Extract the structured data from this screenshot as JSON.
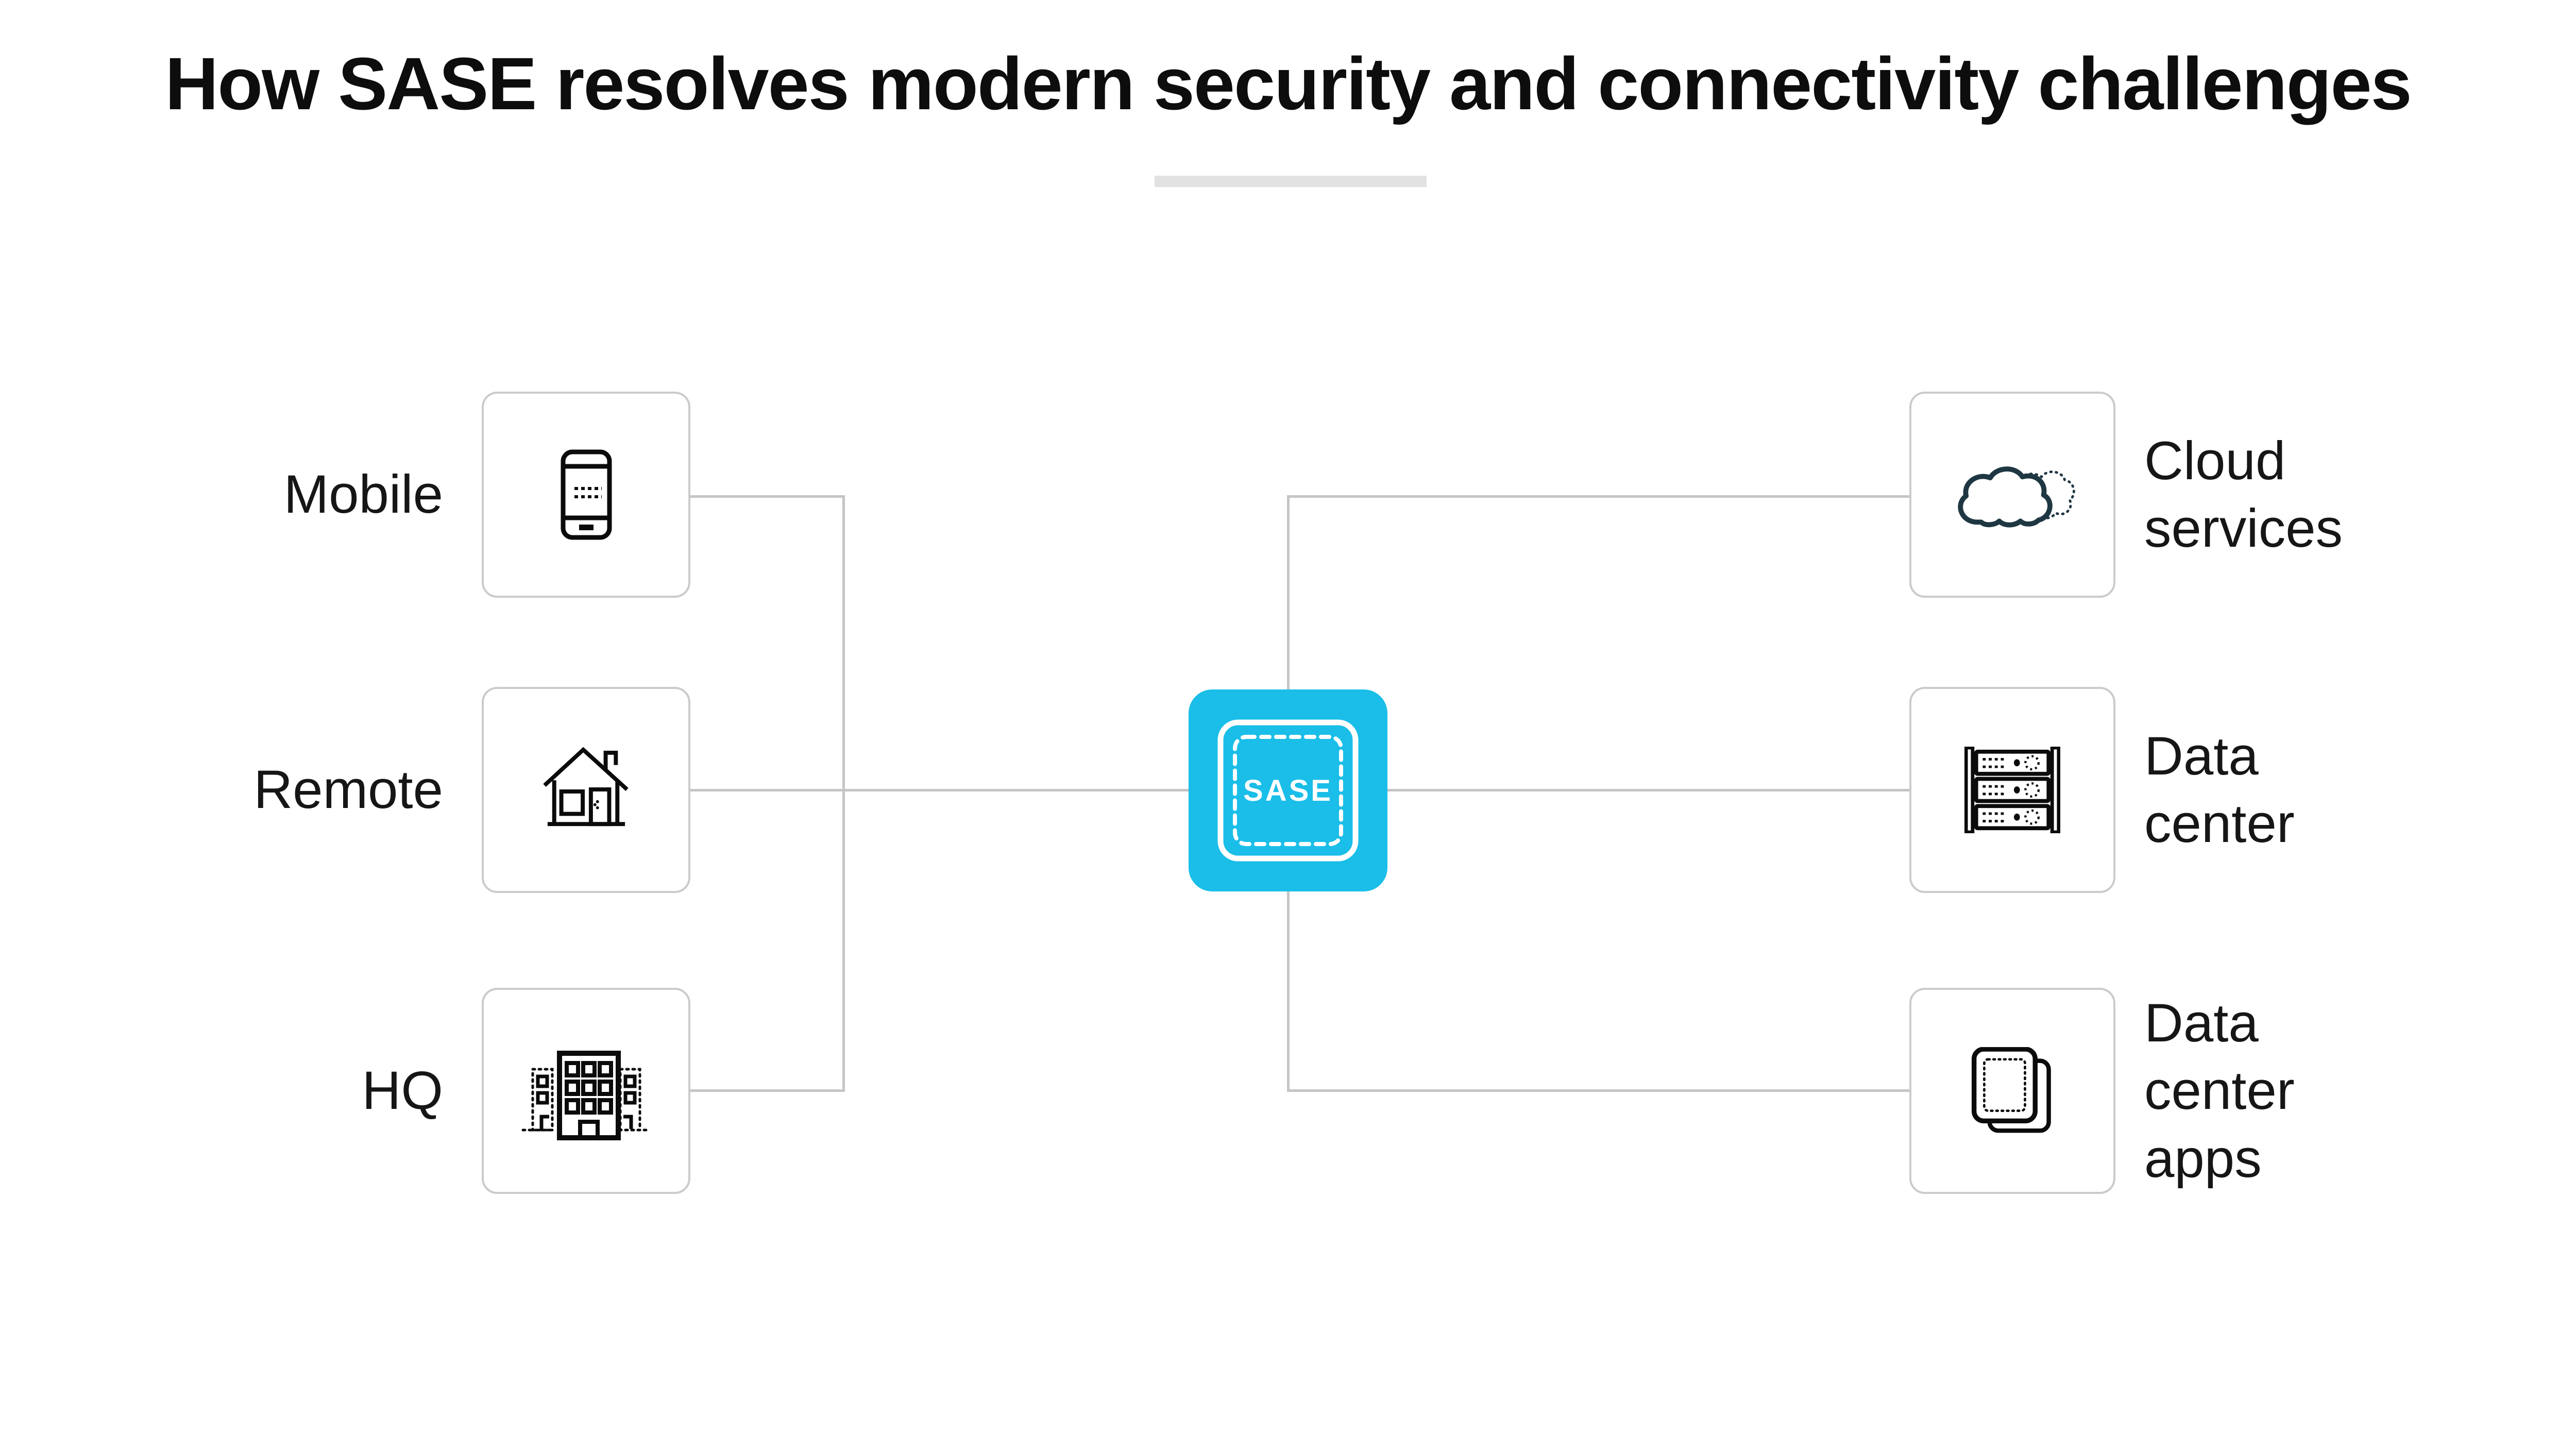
{
  "title": "How SASE resolves modern security and connectivity challenges",
  "center_node": {
    "label": "SASE",
    "icon": "sase-dashed-square-icon"
  },
  "nodes": {
    "left": [
      {
        "label": "Mobile",
        "icon": "smartphone-icon"
      },
      {
        "label": "Remote",
        "icon": "house-icon"
      },
      {
        "label": "HQ",
        "icon": "office-building-icon"
      }
    ],
    "right": [
      {
        "label": "Cloud services",
        "icon": "cloud-icon"
      },
      {
        "label": "Data center",
        "icon": "server-rack-icon"
      },
      {
        "label": "Data center apps",
        "icon": "stacked-apps-icon"
      }
    ]
  },
  "connections": [
    {
      "from": "Mobile",
      "to": "SASE"
    },
    {
      "from": "Remote",
      "to": "SASE"
    },
    {
      "from": "HQ",
      "to": "SASE"
    },
    {
      "from": "SASE",
      "to": "Cloud services"
    },
    {
      "from": "SASE",
      "to": "Data center"
    },
    {
      "from": "SASE",
      "to": "Data center apps"
    }
  ],
  "colors": {
    "accent_cyan": "#1ABEE8",
    "line_gray": "#C5C5C5",
    "box_border_gray": "#CBCBCB",
    "divider_gray": "#E2E2E2",
    "icon_dark": "#0B0B0B",
    "icon_cloud": "#1E3742",
    "title_text": "#0D0D0D",
    "label_text": "#161616"
  }
}
